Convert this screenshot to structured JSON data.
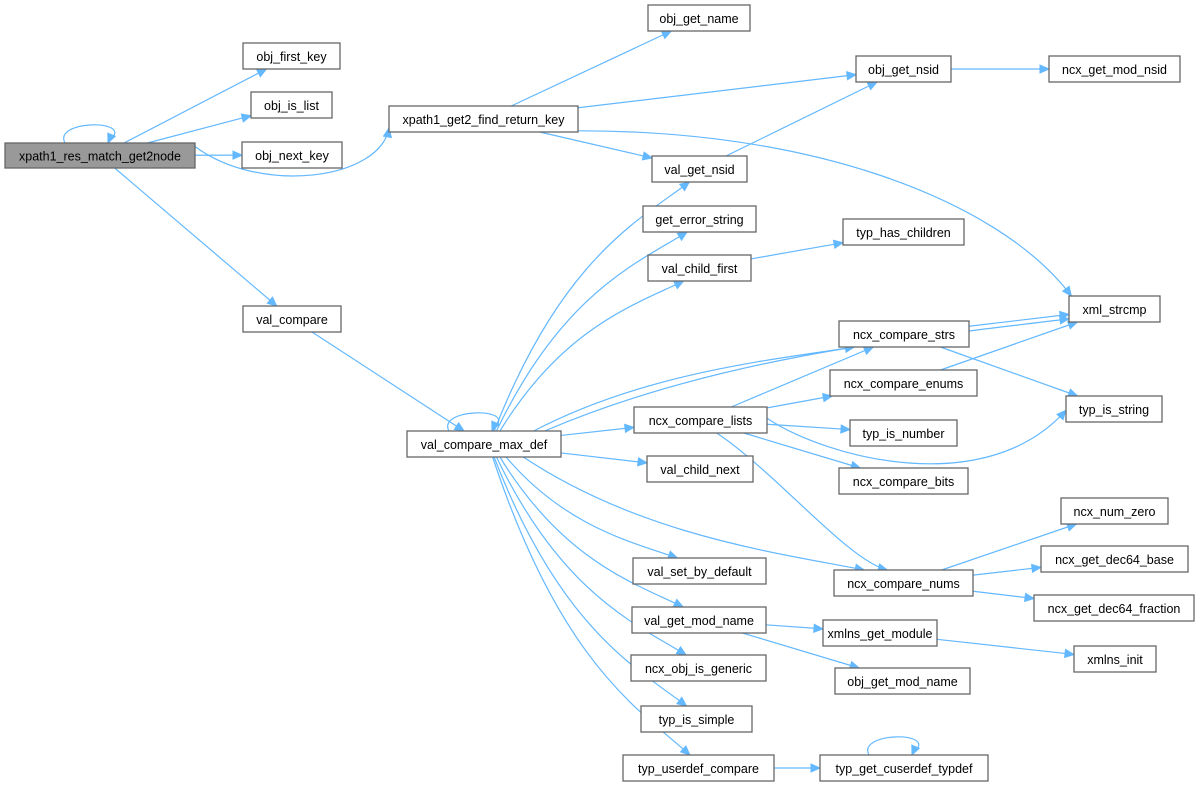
{
  "graph": {
    "type": "call-graph",
    "colors": {
      "edge": "#63b8ff",
      "root_fill": "#999999",
      "node_border": "#666666"
    },
    "nodes": [
      {
        "id": "root",
        "label": "xpath1_res_match_get2node",
        "root": true
      },
      {
        "id": "obj_first_key",
        "label": "obj_first_key"
      },
      {
        "id": "obj_is_list",
        "label": "obj_is_list"
      },
      {
        "id": "obj_next_key",
        "label": "obj_next_key"
      },
      {
        "id": "val_compare",
        "label": "val_compare"
      },
      {
        "id": "xpath1_get2_find_return_key",
        "label": "xpath1_get2_find_return_key"
      },
      {
        "id": "obj_get_name",
        "label": "obj_get_name"
      },
      {
        "id": "obj_get_nsid",
        "label": "obj_get_nsid"
      },
      {
        "id": "ncx_get_mod_nsid",
        "label": "ncx_get_mod_nsid"
      },
      {
        "id": "val_get_nsid",
        "label": "val_get_nsid"
      },
      {
        "id": "get_error_string",
        "label": "get_error_string"
      },
      {
        "id": "val_child_first",
        "label": "val_child_first"
      },
      {
        "id": "typ_has_children",
        "label": "typ_has_children"
      },
      {
        "id": "xml_strcmp",
        "label": "xml_strcmp"
      },
      {
        "id": "ncx_compare_strs",
        "label": "ncx_compare_strs"
      },
      {
        "id": "ncx_compare_enums",
        "label": "ncx_compare_enums"
      },
      {
        "id": "typ_is_string",
        "label": "typ_is_string"
      },
      {
        "id": "val_compare_max_def",
        "label": "val_compare_max_def"
      },
      {
        "id": "ncx_compare_lists",
        "label": "ncx_compare_lists"
      },
      {
        "id": "typ_is_number",
        "label": "typ_is_number"
      },
      {
        "id": "val_child_next",
        "label": "val_child_next"
      },
      {
        "id": "ncx_compare_bits",
        "label": "ncx_compare_bits"
      },
      {
        "id": "ncx_num_zero",
        "label": "ncx_num_zero"
      },
      {
        "id": "val_set_by_default",
        "label": "val_set_by_default"
      },
      {
        "id": "ncx_compare_nums",
        "label": "ncx_compare_nums"
      },
      {
        "id": "ncx_get_dec64_base",
        "label": "ncx_get_dec64_base"
      },
      {
        "id": "ncx_get_dec64_fraction",
        "label": "ncx_get_dec64_fraction"
      },
      {
        "id": "val_get_mod_name",
        "label": "val_get_mod_name"
      },
      {
        "id": "xmlns_get_module",
        "label": "xmlns_get_module"
      },
      {
        "id": "xmlns_init",
        "label": "xmlns_init"
      },
      {
        "id": "obj_get_mod_name",
        "label": "obj_get_mod_name"
      },
      {
        "id": "ncx_obj_is_generic",
        "label": "ncx_obj_is_generic"
      },
      {
        "id": "typ_is_simple",
        "label": "typ_is_simple"
      },
      {
        "id": "typ_userdef_compare",
        "label": "typ_userdef_compare"
      },
      {
        "id": "typ_get_cuserdef_typdef",
        "label": "typ_get_cuserdef_typdef"
      }
    ],
    "edges": [
      [
        "root",
        "root"
      ],
      [
        "root",
        "obj_first_key"
      ],
      [
        "root",
        "obj_is_list"
      ],
      [
        "root",
        "obj_next_key"
      ],
      [
        "root",
        "xpath1_get2_find_return_key"
      ],
      [
        "root",
        "val_compare"
      ],
      [
        "xpath1_get2_find_return_key",
        "obj_get_name"
      ],
      [
        "xpath1_get2_find_return_key",
        "obj_get_nsid"
      ],
      [
        "xpath1_get2_find_return_key",
        "val_get_nsid"
      ],
      [
        "xpath1_get2_find_return_key",
        "xml_strcmp"
      ],
      [
        "obj_get_nsid",
        "ncx_get_mod_nsid"
      ],
      [
        "val_get_nsid",
        "obj_get_nsid"
      ],
      [
        "val_compare",
        "val_compare_max_def"
      ],
      [
        "val_compare_max_def",
        "val_compare_max_def"
      ],
      [
        "val_compare_max_def",
        "val_get_nsid"
      ],
      [
        "val_compare_max_def",
        "get_error_string"
      ],
      [
        "val_compare_max_def",
        "val_child_first"
      ],
      [
        "val_compare_max_def",
        "xml_strcmp"
      ],
      [
        "val_compare_max_def",
        "ncx_compare_strs"
      ],
      [
        "val_compare_max_def",
        "ncx_compare_lists"
      ],
      [
        "val_compare_max_def",
        "val_child_next"
      ],
      [
        "val_compare_max_def",
        "ncx_compare_nums"
      ],
      [
        "val_compare_max_def",
        "val_set_by_default"
      ],
      [
        "val_compare_max_def",
        "val_get_mod_name"
      ],
      [
        "val_compare_max_def",
        "ncx_obj_is_generic"
      ],
      [
        "val_compare_max_def",
        "typ_is_simple"
      ],
      [
        "val_compare_max_def",
        "typ_userdef_compare"
      ],
      [
        "val_child_first",
        "typ_has_children"
      ],
      [
        "ncx_compare_strs",
        "xml_strcmp"
      ],
      [
        "ncx_compare_strs",
        "typ_is_string"
      ],
      [
        "ncx_compare_enums",
        "xml_strcmp"
      ],
      [
        "ncx_compare_lists",
        "ncx_compare_strs"
      ],
      [
        "ncx_compare_lists",
        "ncx_compare_enums"
      ],
      [
        "ncx_compare_lists",
        "typ_is_number"
      ],
      [
        "ncx_compare_lists",
        "ncx_compare_bits"
      ],
      [
        "ncx_compare_lists",
        "typ_is_string"
      ],
      [
        "ncx_compare_lists",
        "ncx_compare_nums"
      ],
      [
        "ncx_compare_nums",
        "ncx_num_zero"
      ],
      [
        "ncx_compare_nums",
        "ncx_get_dec64_base"
      ],
      [
        "ncx_compare_nums",
        "ncx_get_dec64_fraction"
      ],
      [
        "val_get_mod_name",
        "xmlns_get_module"
      ],
      [
        "val_get_mod_name",
        "obj_get_mod_name"
      ],
      [
        "xmlns_get_module",
        "xmlns_init"
      ],
      [
        "typ_userdef_compare",
        "typ_get_cuserdef_typdef"
      ],
      [
        "typ_get_cuserdef_typdef",
        "typ_get_cuserdef_typdef"
      ]
    ]
  }
}
